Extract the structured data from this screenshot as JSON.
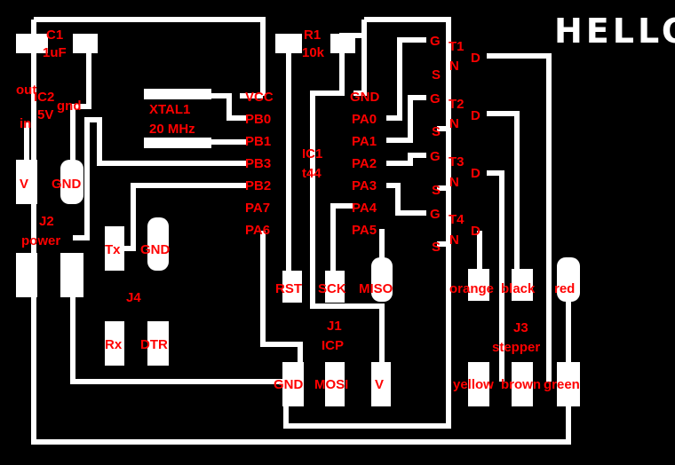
{
  "colors": {
    "background": "#000000",
    "copper": "#ffffff",
    "label": "#ff0000"
  },
  "title": "HELLO",
  "components": {
    "c1": {
      "name": "C1",
      "value": "1uF"
    },
    "r1": {
      "name": "R1",
      "value": "10k"
    },
    "ic2": {
      "name": "IC2",
      "value": "5V",
      "pins": [
        "out",
        "gnd",
        "in"
      ]
    },
    "xtal1": {
      "name": "XTAL1",
      "value": "20 MHz"
    },
    "ic1": {
      "name": "IC1",
      "value": "t44",
      "left_pins": [
        "VCC",
        "PB0",
        "PB1",
        "PB3",
        "PB2",
        "PA7",
        "PA6"
      ],
      "right_pins": [
        "GND",
        "PA0",
        "PA1",
        "PA2",
        "PA3",
        "PA4",
        "PA5"
      ]
    },
    "j2": {
      "name": "J2",
      "value": "power",
      "pins": [
        "V",
        "GND"
      ]
    },
    "j4": {
      "name": "J4",
      "pins": [
        "Tx",
        "GND",
        "Rx",
        "DTR"
      ]
    },
    "j1": {
      "name": "J1",
      "value": "ICP",
      "pins": [
        "RST",
        "SCK",
        "MISO",
        "GND",
        "MOSI",
        "V"
      ]
    },
    "j3": {
      "name": "J3",
      "value": "stepper",
      "pins": [
        "orange",
        "black",
        "red",
        "yellow",
        "brown",
        "green"
      ]
    },
    "transistors": [
      {
        "name": "T1",
        "pins": [
          "G",
          "S",
          "N",
          "D"
        ]
      },
      {
        "name": "T2",
        "pins": [
          "G",
          "S",
          "N",
          "D"
        ]
      },
      {
        "name": "T3",
        "pins": [
          "G",
          "S",
          "N",
          "D"
        ]
      },
      {
        "name": "T4",
        "pins": [
          "G",
          "S",
          "N",
          "D"
        ]
      }
    ]
  }
}
